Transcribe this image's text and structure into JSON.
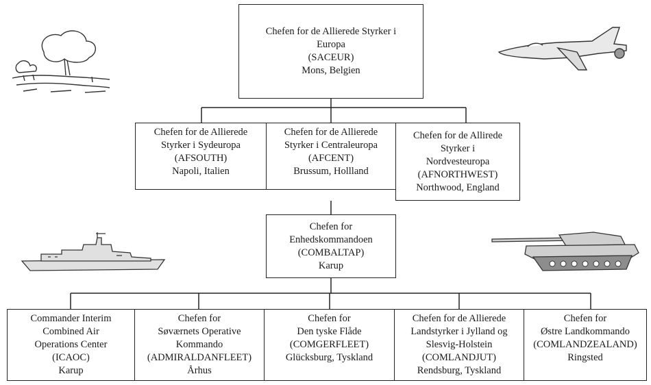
{
  "top": {
    "lines": [
      "Chefen for de Allierede Styrker i",
      "Europa",
      "(SACEUR)",
      "Mons, Belgien"
    ]
  },
  "regional": [
    {
      "lines": [
        "Chefen for de Allierede",
        "Styrker i Sydeuropa",
        "(AFSOUTH)",
        "Napoli, Italien"
      ]
    },
    {
      "lines": [
        "Chefen for de Allierede",
        "Styrker i Centraleuropa",
        "(AFCENT)",
        "Brussum, Hollland"
      ]
    },
    {
      "lines": [
        "Chefen for de Allirede",
        "Styrker i",
        "Nordvesteuropa",
        "(AFNORTHWEST)",
        "Northwood, England"
      ]
    }
  ],
  "middle": {
    "lines": [
      "Chefen for",
      "Enhedskommandoen",
      "(COMBALTAP)",
      "Karup"
    ]
  },
  "bottom": [
    {
      "lines": [
        "Commander Interim",
        "Combined Air",
        "Operations Center",
        "(ICAOC)",
        "Karup"
      ]
    },
    {
      "lines": [
        "Chefen for",
        "Søværnets Operative",
        "Kommando",
        "(ADMIRALDANFLEET)",
        "Århus"
      ]
    },
    {
      "lines": [
        "Chefen for",
        "Den tyske Flåde",
        "(COMGERFLEET)",
        "Glücksburg, Tyskland"
      ]
    },
    {
      "lines": [
        "Chefen for de Allierede",
        "Landstyrker i Jylland og",
        "Slesvig-Holstein",
        "(COMLANDJUT)",
        "Rendsburg, Tyskland"
      ]
    },
    {
      "lines": [
        "Chefen for",
        "Østre Landkommando",
        "(COMLANDZEALAND)",
        "Ringsted"
      ]
    }
  ]
}
